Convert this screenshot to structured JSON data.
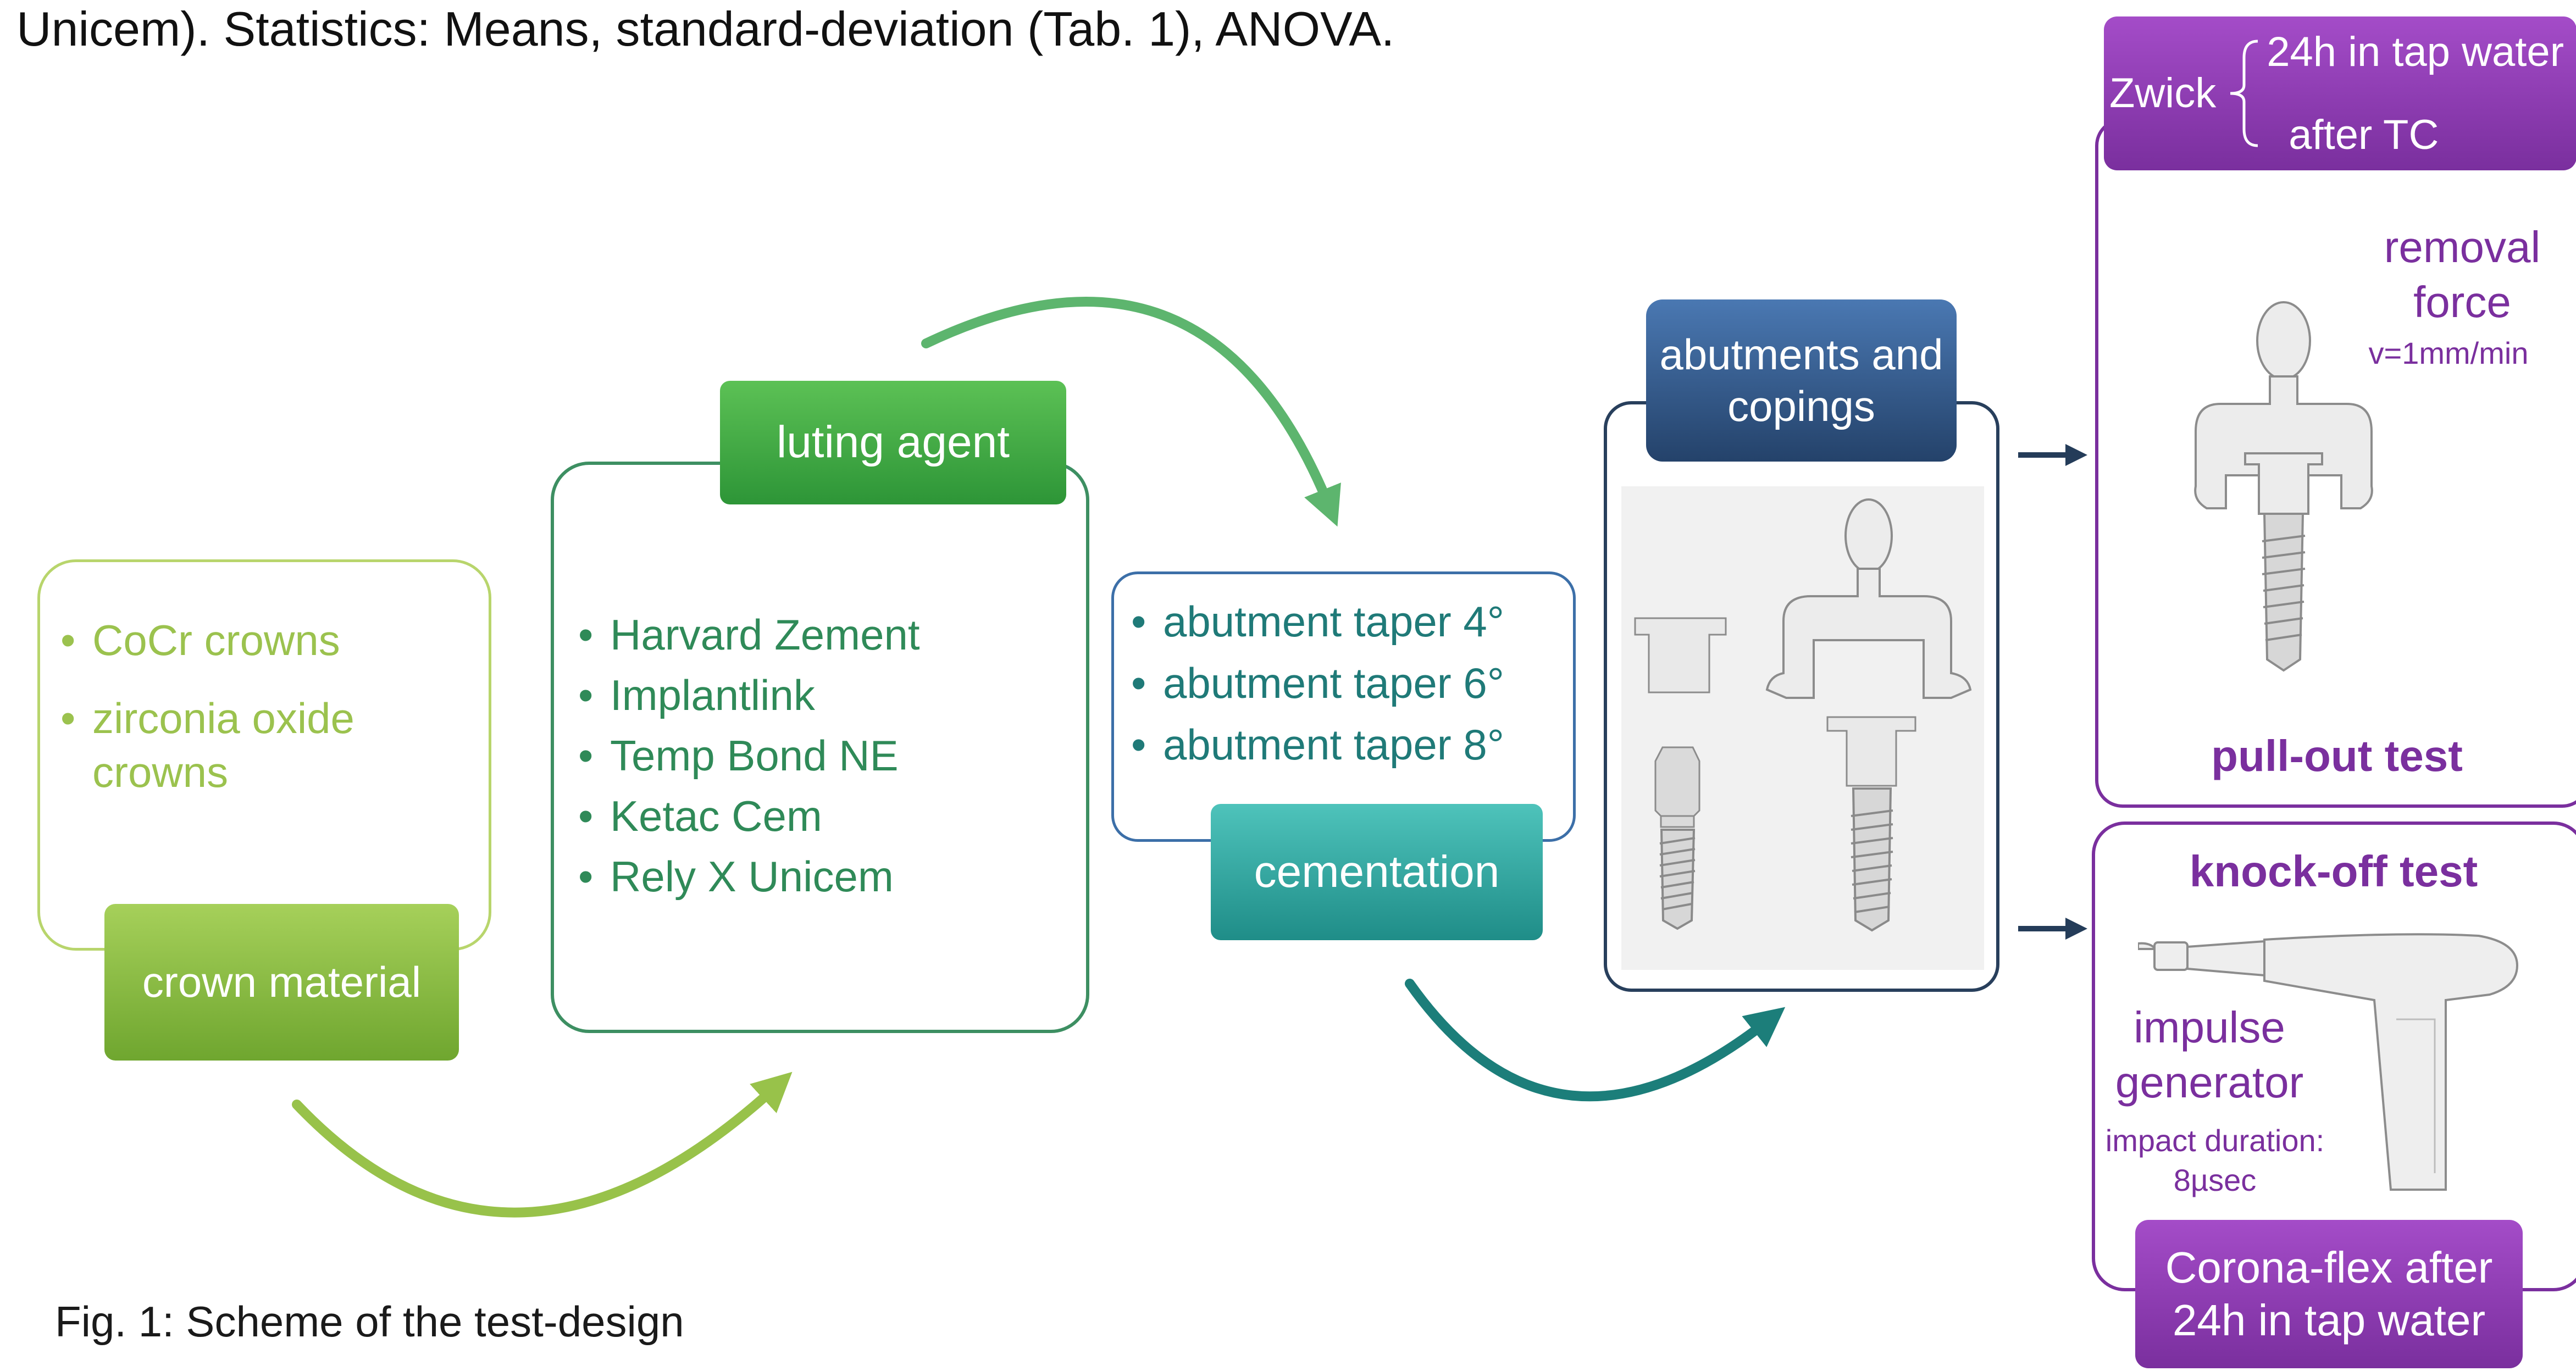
{
  "header": {
    "statistics_line": "Unicem). Statistics: Means, standard-deviation  (Tab. 1), ANOVA."
  },
  "caption": "Fig. 1: Scheme of the test-design",
  "crown_material": {
    "title": "crown material",
    "items": [
      "CoCr crowns",
      "zirconia oxide crowns"
    ]
  },
  "luting_agent": {
    "title": "luting agent",
    "items": [
      "Harvard Zement",
      "Implantlink",
      "Temp Bond NE",
      "Ketac Cem",
      "Rely X Unicem"
    ]
  },
  "cementation": {
    "title": "cementation",
    "items": [
      "abutment taper 4°",
      "abutment taper 6°",
      "abutment taper 8°"
    ]
  },
  "abutments": {
    "title_line1": "abutments and",
    "title_line2": "copings"
  },
  "pull_out": {
    "zwick": "Zwick",
    "cond1": "24h in tap water",
    "cond2": "after TC",
    "removal_line1": "removal",
    "removal_line2": "force",
    "velocity": "v=1mm/min",
    "title": "pull-out test"
  },
  "knock_off": {
    "title": "knock-off test",
    "impulse_line1": "impulse",
    "impulse_line2": "generator",
    "impact_line1": "impact duration:",
    "impact_line2": "8µsec",
    "device_line1": "Corona-flex after",
    "device_line2": "24h in tap water"
  },
  "colors": {
    "lime": "#9cc44a",
    "green": "#3f9e4a",
    "teal": "#1f8e86",
    "navy": "#243c59",
    "purple": "#7a2f9e"
  }
}
